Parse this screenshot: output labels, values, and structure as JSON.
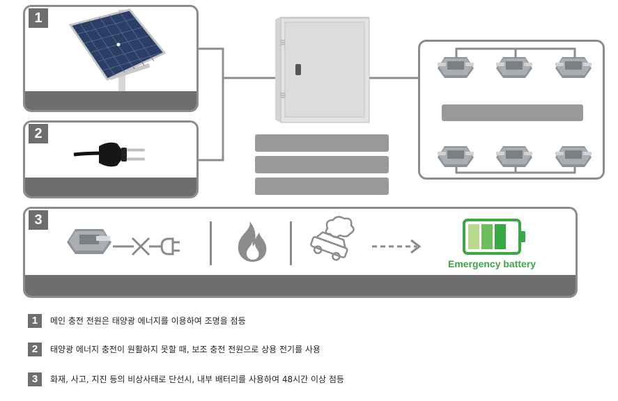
{
  "panels": [
    {
      "number": "1"
    },
    {
      "number": "2"
    },
    {
      "number": "3"
    }
  ],
  "battery": {
    "label": "Emergency battery",
    "color": "#3aa845"
  },
  "icons": [
    "solar-panel-icon",
    "power-plug-icon",
    "electrical-cabinet-icon",
    "road-stud-light-icon",
    "unplug-icon",
    "fire-icon",
    "car-crash-icon",
    "dashed-arrow-icon",
    "battery-icon"
  ],
  "legend": [
    {
      "number": "1",
      "text": "메인 충전 전원은 태양광 에너지를 이용하여 조명을 점등"
    },
    {
      "number": "2",
      "text": "태양광 에너지 충전이 원활하지 못할 때, 보조 충전 전원으로 상용 전기를 사용"
    },
    {
      "number": "3",
      "text": "화재, 사고, 지진 등의 비상사태로 단선시, 내부 배터리를 사용하여 48시간 이상 점등"
    }
  ],
  "colors": {
    "frame": "#8c8c8c",
    "bar": "#6e6e6e",
    "placeholder": "#999999",
    "battery_green": "#3aa845"
  }
}
